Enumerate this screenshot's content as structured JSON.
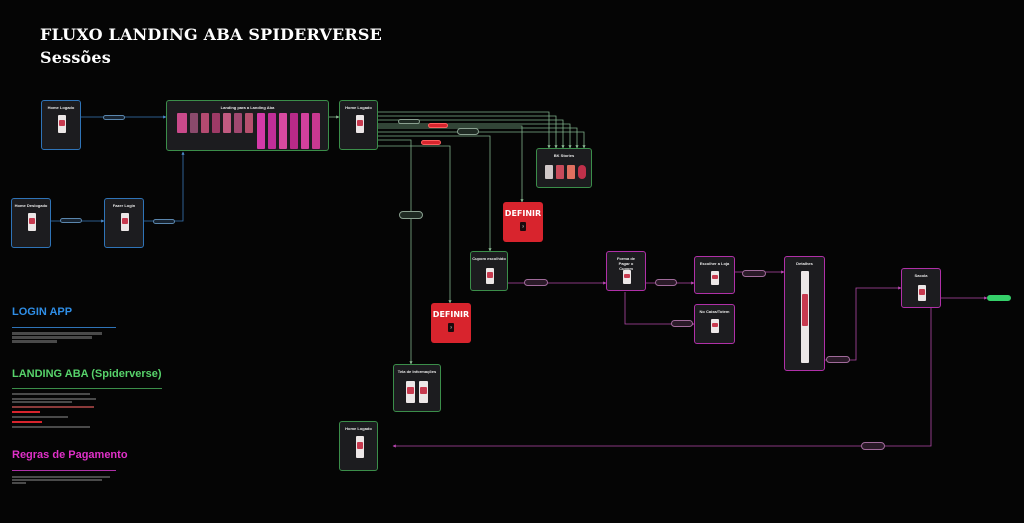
{
  "header": {
    "title": "FLUXO  LANDING ABA SPIDERVERSE",
    "subtitle": "Sessões"
  },
  "nodes": {
    "home_logado_1": "Home Logado",
    "landing": "Landing para a Landing Aba",
    "home_logado_2": "Home Logado",
    "home_deslogado": "Home Deslogado",
    "fazer_login": "Fazer Login",
    "bk_stories": "BK Stories",
    "cupom": "Cupom escolhido",
    "forma_pagar": "Forma de Pagar o Cupom",
    "escolher_loja": "Escolher a Loja",
    "no_caixa": "No Caixa/Totem",
    "detalhes": "Detalhes",
    "sacola": "Sacola",
    "tela_info": "Tela de Informações",
    "home_logado_3": "Home Logado"
  },
  "define": {
    "title": "DEFINIR",
    "card_symbol": "?"
  },
  "sections": {
    "login": {
      "title": "LOGIN APP",
      "color": "#2f8ee6"
    },
    "landing": {
      "title": "LANDING ABA (Spiderverse)",
      "color": "#57d36b"
    },
    "pagamento": {
      "title": "Regras de Pagamento",
      "color": "#e030c8"
    }
  },
  "colors": {
    "green": "#3b8e4a",
    "blue": "#2f74b8",
    "magenta": "#b030a8",
    "red": "#d8242d",
    "done": "#35d06a"
  }
}
